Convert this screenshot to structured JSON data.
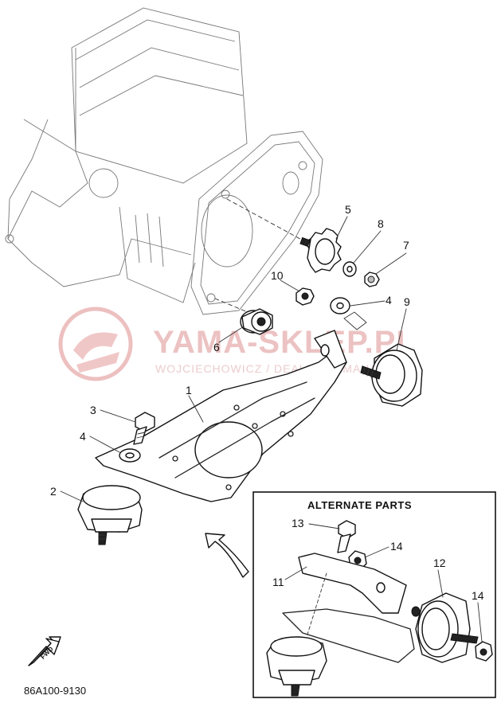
{
  "watermark": {
    "main": "YAMA-SKLEP.PL",
    "sub": "WOJCIECHOWICZ / DEALER YAMAHA"
  },
  "inset": {
    "title": "ALTERNATE PARTS"
  },
  "callouts": {
    "c1": "1",
    "c2": "2",
    "c3": "3",
    "c4a": "4",
    "c4b": "4",
    "c5": "5",
    "c6": "6",
    "c7": "7",
    "c8": "8",
    "c9": "9",
    "c10": "10",
    "c11": "11",
    "c12": "12",
    "c13": "13",
    "c14a": "14",
    "c14b": "14"
  },
  "fwd_label": "FWD",
  "diagram_code": "86A100-9130"
}
